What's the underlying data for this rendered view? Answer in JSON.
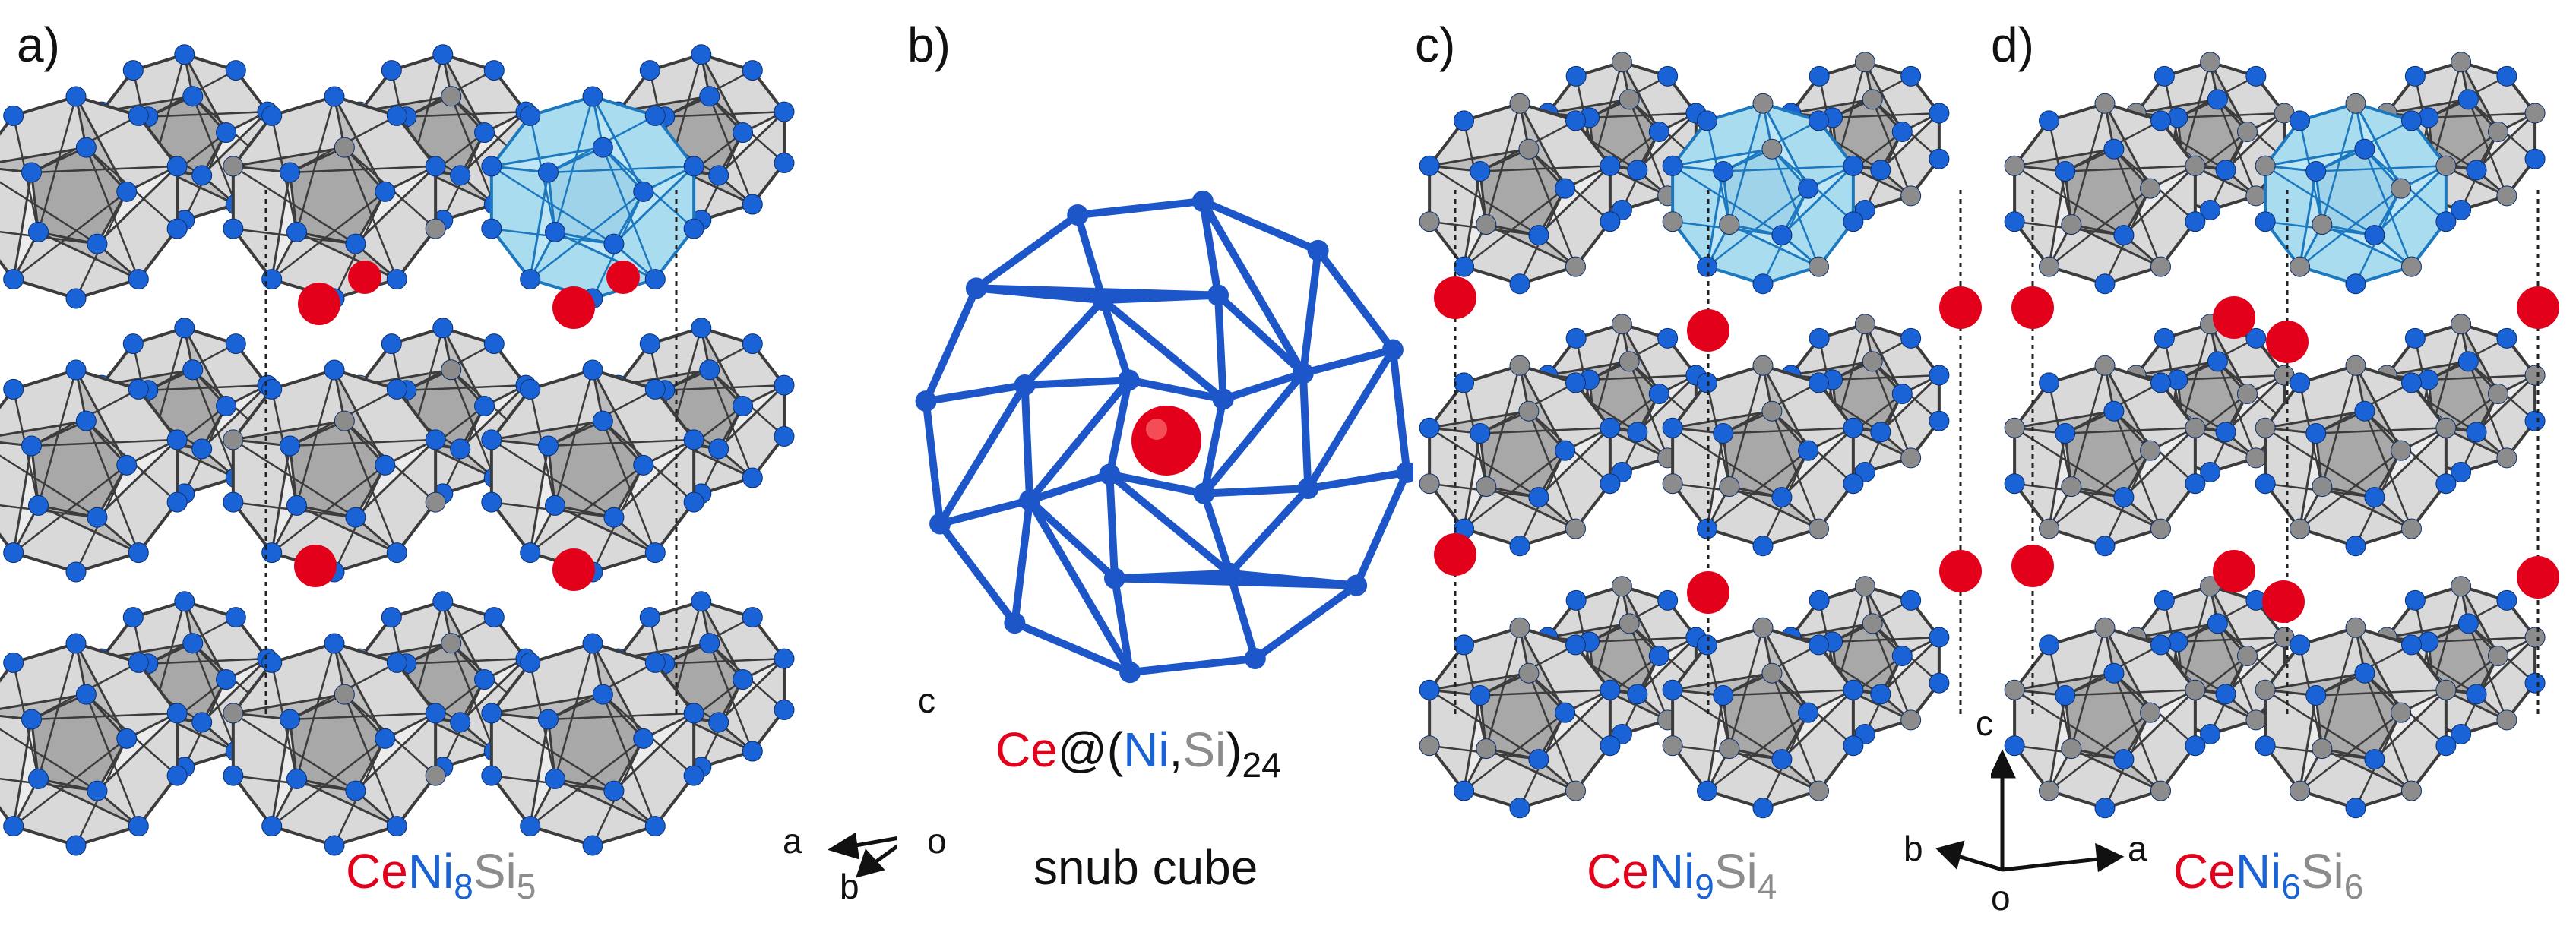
{
  "panels": [
    {
      "id": "a",
      "label": "a)",
      "formula": {
        "ce": "Ce",
        "ni": "Ni",
        "ni_sub": "8",
        "si": "Si",
        "si_sub": "5"
      }
    },
    {
      "id": "b",
      "label": "b)",
      "formula": {
        "ce": "Ce",
        "at": "@(",
        "ni": "Ni",
        "comma": ",",
        "si": "Si",
        "close": ")",
        "sub": "24"
      },
      "subtitle": "snub cube"
    },
    {
      "id": "c",
      "label": "c)",
      "formula": {
        "ce": "Ce",
        "ni": "Ni",
        "ni_sub": "9",
        "si": "Si",
        "si_sub": "4"
      }
    },
    {
      "id": "d",
      "label": "d)",
      "formula": {
        "ce": "Ce",
        "ni": "Ni",
        "ni_sub": "6",
        "si": "Si",
        "si_sub": "6"
      }
    }
  ],
  "axes_a": {
    "c": "c",
    "a": "a",
    "b": "b",
    "o": "o"
  },
  "axes_d": {
    "c": "c",
    "a": "a",
    "b": "b",
    "o": "o"
  },
  "colors": {
    "ce": "#e3001b",
    "ni": "#1a63d6",
    "si": "#8c8c8c",
    "cage_face": "#d9d9d9",
    "cage_edge": "#3c3c3c",
    "highlight_face": "#a9dcef",
    "highlight_edge": "#1c79c0",
    "snub_edge": "#1c56c8"
  }
}
